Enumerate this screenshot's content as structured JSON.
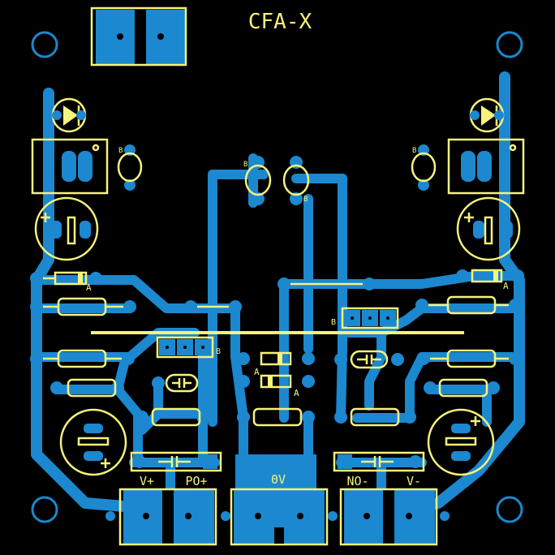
{
  "board": {
    "title": "CFA-X",
    "colors": {
      "background": "#000000",
      "copper": "#1b88cf",
      "silkscreen": "#f7f37a"
    }
  },
  "connector_labels": [
    "V+",
    "PO+",
    "0V",
    "NO-",
    "V-"
  ],
  "small_labels": {
    "diode_left": "A",
    "diode_right": "A",
    "diode_center_top": "A",
    "diode_center_bottom": "A",
    "header_left": "B",
    "header_right": "B",
    "transistor_left": "B",
    "transistor_right": "B",
    "transistor_center_left": "B",
    "transistor_center_right": "B"
  }
}
